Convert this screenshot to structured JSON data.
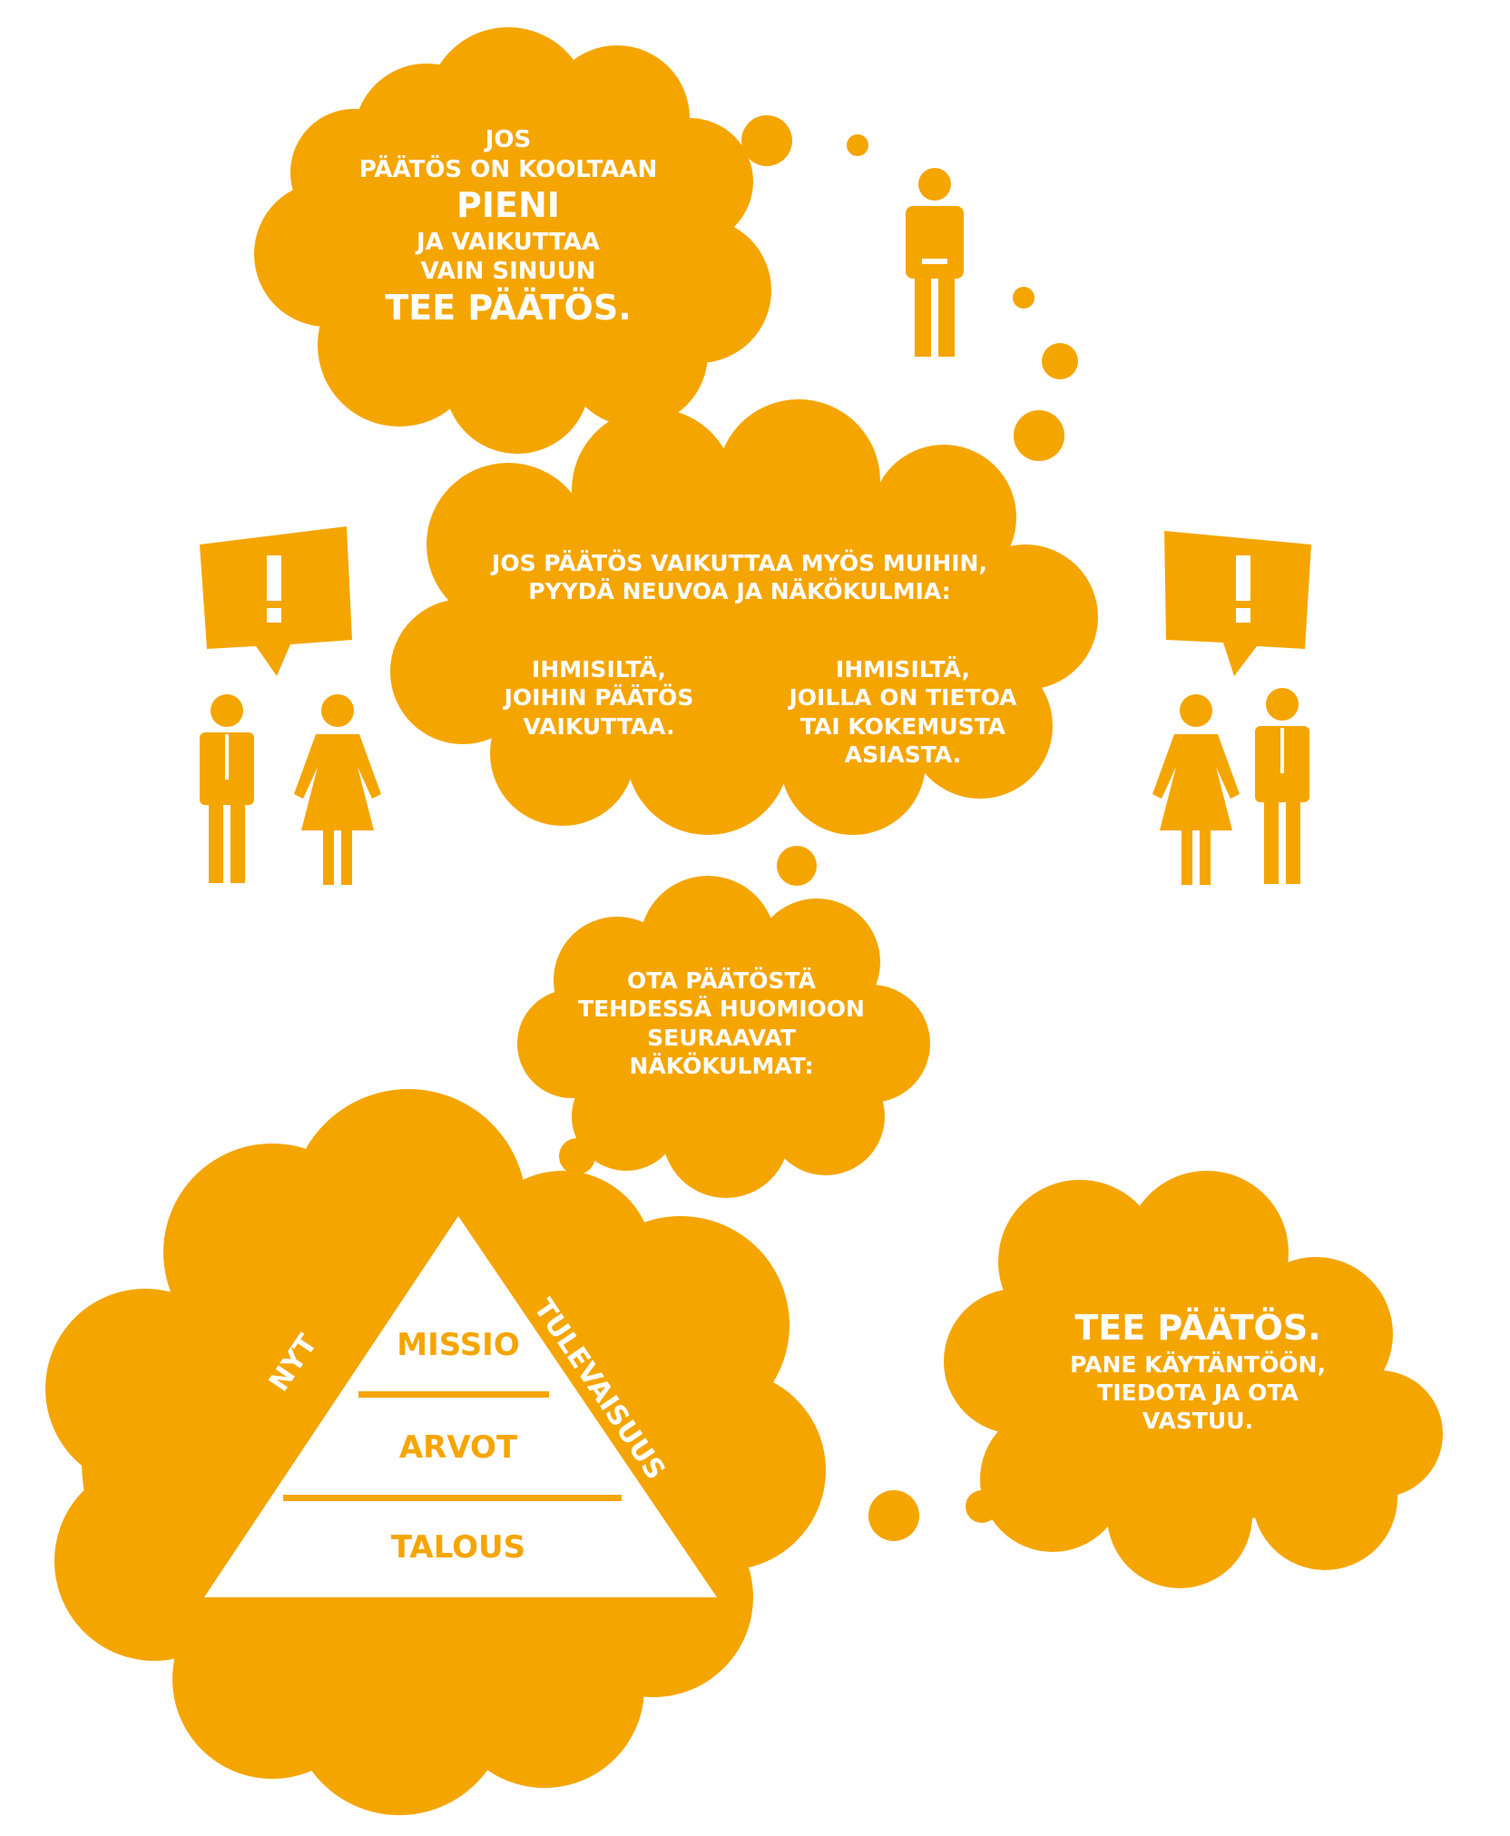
{
  "colors": {
    "accent": "#f5a500",
    "text_on_accent": "#ffffff"
  },
  "cloud1": {
    "line1": "JOS",
    "line2": "PÄÄTÖS ON KOOLTAAN",
    "big": "PIENI",
    "line3": "JA VAIKUTTAA",
    "line4": "VAIN SINUUN",
    "action": "TEE PÄÄTÖS."
  },
  "cloud2": {
    "intro1": "JOS PÄÄTÖS VAIKUTTAA MYÖS MUIHIN,",
    "intro2": "PYYDÄ NEUVOA JA NÄKÖKULMIA:",
    "left1": "IHMISILTÄ,",
    "left2": "JOIHIN PÄÄTÖS",
    "left3": "VAIKUTTAA.",
    "right1": "IHMISILTÄ,",
    "right2": "JOILLA ON TIETOA",
    "right3": "TAI KOKEMUSTA",
    "right4": "ASIASTA."
  },
  "cloud3": {
    "line1": "OTA PÄÄTÖSTÄ",
    "line2": "TEHDESSÄ HUOMIOON",
    "line3": "SEURAAVAT",
    "line4": "NÄKÖKULMAT:"
  },
  "pyramid": {
    "top": "MISSIO",
    "middle": "ARVOT",
    "bottom": "TALOUS",
    "left_side": "NYT",
    "right_side": "TULEVAISUUS"
  },
  "cloud5": {
    "big": "TEE PÄÄTÖS.",
    "line1": "PANE KÄYTÄNTÖÖN,",
    "line2": "TIEDOTA JA OTA",
    "line3": "VASTUU."
  },
  "icons": {
    "person": "person-icon",
    "exclamation": "exclamation-bubble-icon"
  }
}
